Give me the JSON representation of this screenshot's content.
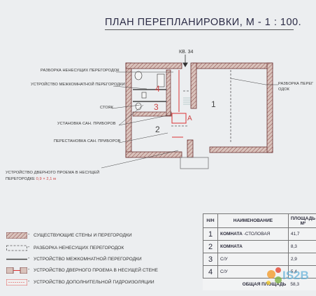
{
  "title": "ПЛАН ПЕРЕПЛАНИРОВКИ, М - 1 : 100.",
  "apartment_label": "КВ. 34",
  "annotations": {
    "demolition_nonbearing": "РАЗБОРКА НЕНЕСУЩИХ ПЕРЕГОРОДОК",
    "interroom_partition": "УСТРОЙСТВО МЕЖКОМНАТНОЙ ПЕРЕГОРОДКИ",
    "riser": "СТОЯК",
    "sanitary_install": "УСТАНОВКА САН. ПРИБОРОВ",
    "sanitary_move": "ПЕРЕСТАНОВКА САН. ПРИБОРОВ",
    "door_opening_line1": "УСТРОЙСТВО ДВЕРНОГО ПРОЕМА В НЕСУЩЕЙ",
    "door_opening_line2": "ПЕРЕГОРОДКЕ",
    "door_opening_size": "0,9 × 2,1 м",
    "demolition_right_line1": "РАЗБОРКА ПЕРЕГ",
    "demolition_right_line2": "ОДОК"
  },
  "room_labels": [
    "1",
    "2",
    "3",
    "4",
    "A"
  ],
  "table": {
    "headers": [
      "Н/Н",
      "НАИМЕНОВАНИЕ",
      "ПЛОЩАДЬ М²"
    ],
    "rows": [
      {
        "n": "1",
        "name": "КОМНАТА",
        "sub": "-СТОЛОВАЯ",
        "area": "41,7"
      },
      {
        "n": "2",
        "name": "КОМНАТА",
        "sub": "",
        "area": "8,3"
      },
      {
        "n": "3",
        "name": "С/У",
        "sub": "",
        "area": "2,9"
      },
      {
        "n": "4",
        "name": "С/У",
        "sub": "",
        "area": "5,4"
      }
    ],
    "footer_label": "ОБЩАЯ ПЛОЩАДЬ",
    "footer_value": "58,3"
  },
  "legend": [
    {
      "dash": "-",
      "text": "СУЩЕСТВУЮЩИЕ СТЕНЫ И ПЕРЕГОРОДКИ"
    },
    {
      "dash": "-",
      "text": "РАЗБОРКА НЕНЕСУЩИХ ПЕРЕГОРОДОК"
    },
    {
      "dash": "-",
      "text": "УСТРОЙСТВО МЕЖКОМНАТНОЙ ПЕРЕГОРОДКИ"
    },
    {
      "dash": "-",
      "text": "УСТРОЙСТВО ДВЕРНОГО ПРОЕМА В НЕСУЩЕЙ СТЕНЕ"
    },
    {
      "dash": "-",
      "text": "УСТРОЙСТВО ДОПОЛНИТЕЛЬНОЙ ГИДРОИЗОЛЯЦИИ"
    }
  ],
  "watermark": "IS2B",
  "colors": {
    "wall_hatch": "#c9a9a0",
    "wall_line": "#7a3a3a",
    "red_mark": "#d33"
  }
}
